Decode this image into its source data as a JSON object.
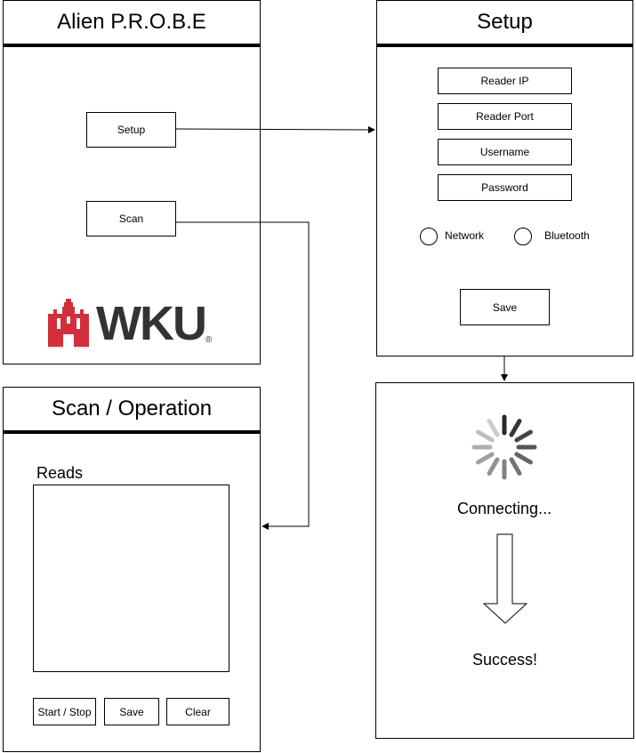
{
  "main": {
    "title": "Alien P.R.O.B.E",
    "setup_label": "Setup",
    "scan_label": "Scan",
    "logo_text": "WKU",
    "logo_mark": "®"
  },
  "setup": {
    "title": "Setup",
    "reader_ip": "Reader IP",
    "reader_port": "Reader Port",
    "username": "Username",
    "password": "Password",
    "network_label": "Network",
    "bluetooth_label": "Bluetooth",
    "save_label": "Save"
  },
  "scan": {
    "title": "Scan / Operation",
    "reads_label": "Reads",
    "start_stop_label": "Start / Stop",
    "save_label": "Save",
    "clear_label": "Clear"
  },
  "connect": {
    "connecting_text": "Connecting...",
    "success_text": "Success!"
  },
  "colors": {
    "logo_red": "#d42e3b",
    "logo_gray": "#333333"
  }
}
